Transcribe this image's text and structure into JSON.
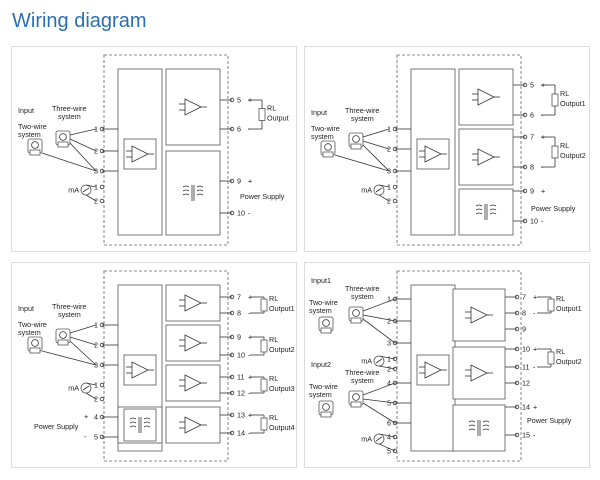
{
  "page": {
    "title": "Wiring diagram"
  },
  "panels": [
    {
      "id": "p1",
      "inputs": [
        {
          "label": "Input",
          "sub": "",
          "terms": [
            "1",
            "2",
            "3",
            "1",
            "2"
          ]
        }
      ],
      "outputs": [
        {
          "terms": [
            "5",
            "6"
          ],
          "signs": [
            "+",
            "-"
          ],
          "label": "Output",
          "rl": "RL"
        }
      ],
      "power": {
        "terms": [
          "9",
          "10"
        ],
        "signs": [
          "+",
          "-"
        ],
        "label": "Power Supply"
      }
    },
    {
      "id": "p2",
      "inputs": [
        {
          "label": "Input",
          "sub": "",
          "terms": [
            "1",
            "2",
            "3",
            "1",
            "2"
          ]
        }
      ],
      "outputs": [
        {
          "terms": [
            "5",
            "6"
          ],
          "signs": [
            "+",
            "-"
          ],
          "label": "Output1",
          "rl": "RL"
        },
        {
          "terms": [
            "7",
            "8"
          ],
          "signs": [
            "+",
            "-"
          ],
          "label": "Output2",
          "rl": "RL"
        }
      ],
      "power": {
        "terms": [
          "9",
          "10"
        ],
        "signs": [
          "+",
          "-"
        ],
        "label": "Power Supply"
      }
    },
    {
      "id": "p3",
      "inputs": [
        {
          "label": "Input",
          "sub": "",
          "terms": [
            "1",
            "2",
            "3",
            "1",
            "2"
          ]
        }
      ],
      "outputs": [
        {
          "terms": [
            "7",
            "8"
          ],
          "signs": [
            "+",
            "-"
          ],
          "label": "Output1",
          "rl": "RL"
        },
        {
          "terms": [
            "9",
            "10"
          ],
          "signs": [
            "+",
            "-"
          ],
          "label": "Output2",
          "rl": "RL"
        },
        {
          "terms": [
            "11",
            "12"
          ],
          "signs": [
            "+",
            "-"
          ],
          "label": "Output3",
          "rl": "RL"
        },
        {
          "terms": [
            "13",
            "14"
          ],
          "signs": [
            "+",
            "-"
          ],
          "label": "Output4",
          "rl": "RL"
        }
      ],
      "power": {
        "terms": [
          "4",
          "5"
        ],
        "signs": [
          "+",
          "-"
        ],
        "label": "Power Supply"
      }
    },
    {
      "id": "p4",
      "inputs": [
        {
          "label": "Input1",
          "sub": "",
          "terms": [
            "1",
            "2",
            "3",
            "1",
            "2"
          ]
        },
        {
          "label": "Input2",
          "sub": "",
          "terms": [
            "4",
            "5",
            "6",
            "4",
            "5"
          ]
        }
      ],
      "outputs": [
        {
          "terms": [
            "7",
            "8",
            "9"
          ],
          "signs": [
            "+",
            "-",
            ""
          ],
          "label": "Output1",
          "rl": "RL"
        },
        {
          "terms": [
            "10",
            "11",
            "12"
          ],
          "signs": [
            "+",
            "-",
            ""
          ],
          "label": "Output2",
          "rl": "RL"
        }
      ],
      "power": {
        "terms": [
          "14",
          "15"
        ],
        "signs": [
          "+",
          "-"
        ],
        "label": "Power Supply"
      }
    }
  ],
  "labels": {
    "three_wire": "Three-wire",
    "system": "system",
    "two_wire": "Two-wire",
    "ma": "mA"
  }
}
